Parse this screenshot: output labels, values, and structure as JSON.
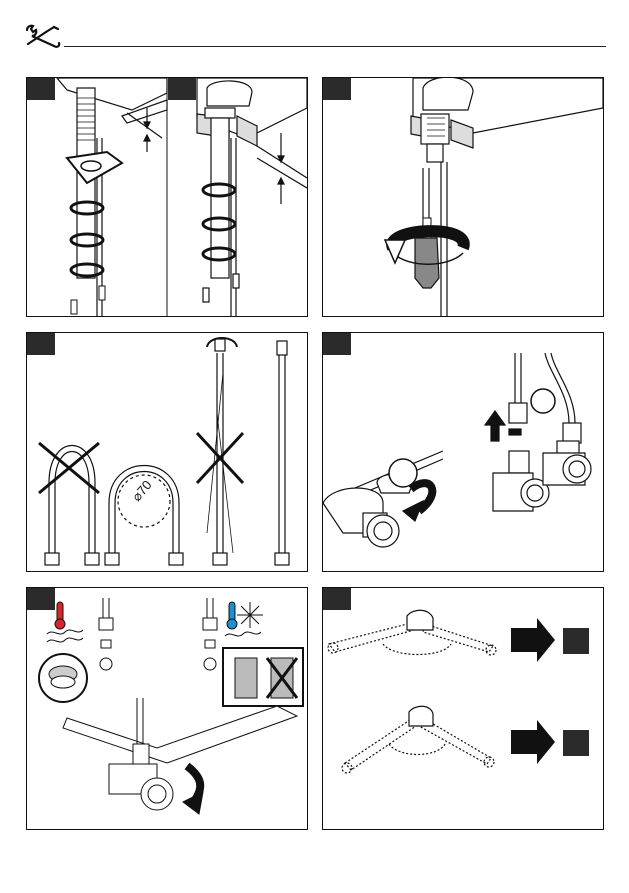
{
  "page": {
    "header_icon": "wrench-screwdriver-icon"
  },
  "steps": [
    {
      "id": "step-1a",
      "icon": "nut-washer-assembly-icon"
    },
    {
      "id": "step-1b",
      "icon": "clamp-assembly-icon"
    },
    {
      "id": "step-2",
      "icon": "screwdriver-tighten-icon"
    },
    {
      "id": "step-3",
      "icon": "hose-bending-icon"
    },
    {
      "id": "step-4",
      "icon": "angle-valve-connect-icon"
    },
    {
      "id": "step-5",
      "icon": "hot-cold-hose-connection-icon"
    },
    {
      "id": "step-6",
      "icon": "spout-rotation-icon"
    }
  ],
  "labels": {
    "bend_diameter": "70"
  },
  "colors": {
    "hot": "#d9242b",
    "cold": "#1e8fcf",
    "ink": "#111111",
    "tag": "#2b2b2b"
  }
}
